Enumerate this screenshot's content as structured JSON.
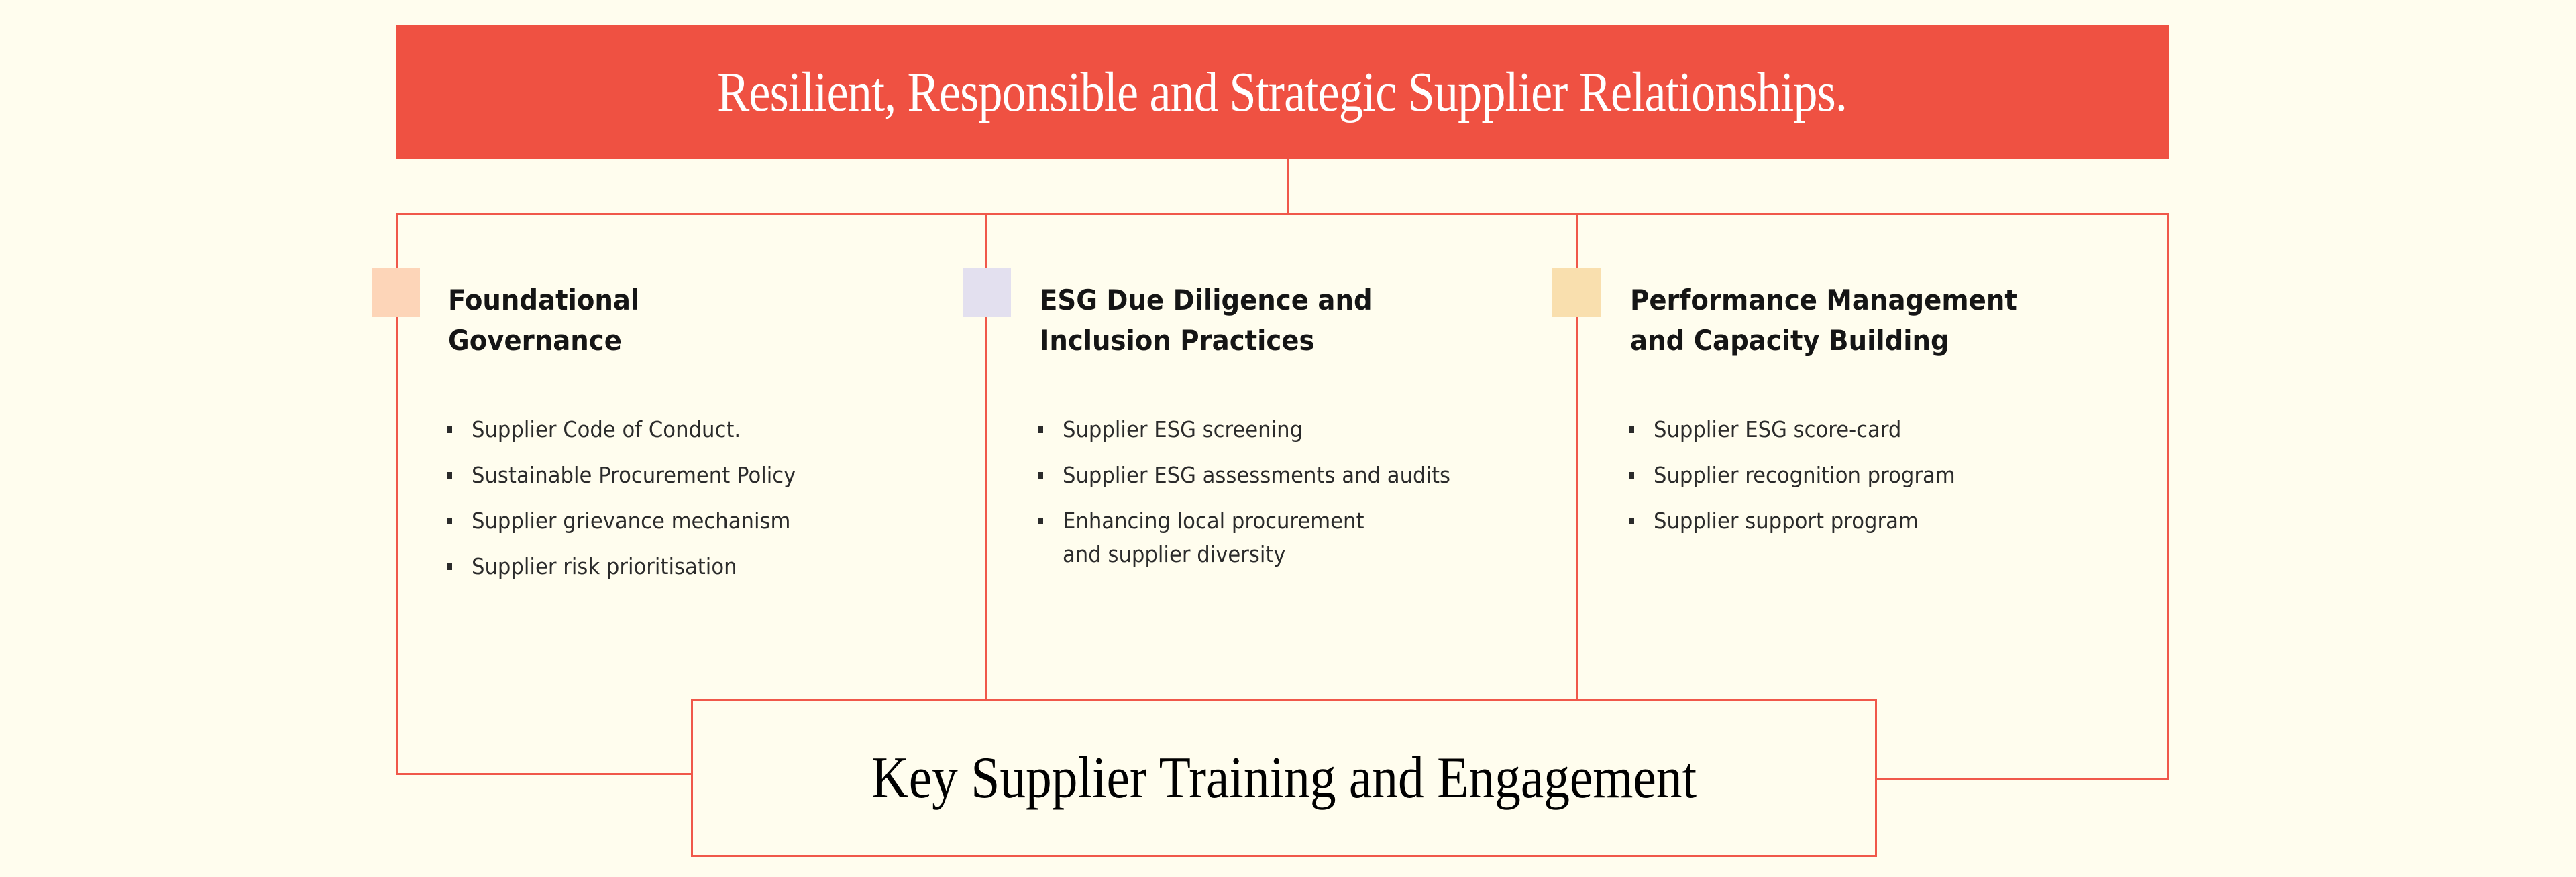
{
  "header": {
    "title": "Resilient, Responsible and Strategic Supplier Relationships."
  },
  "colors": {
    "accent": "#EF5142",
    "background": "#FFFDEE",
    "line": "#F0584A"
  },
  "columns": [
    {
      "title_lines": [
        "Foundational",
        "Governance"
      ],
      "marker_color": "#FDD5B8",
      "items": [
        [
          "Supplier Code of Conduct."
        ],
        [
          "Sustainable Procurement Policy"
        ],
        [
          "Supplier grievance mechanism"
        ],
        [
          "Supplier risk prioritisation"
        ]
      ]
    },
    {
      "title_lines": [
        "ESG Due Diligence and",
        "Inclusion Practices"
      ],
      "marker_color": "#E3E0EF",
      "items": [
        [
          "Supplier ESG screening"
        ],
        [
          "Supplier ESG assessments and audits"
        ],
        [
          "Enhancing local procurement",
          "and supplier diversity"
        ]
      ]
    },
    {
      "title_lines": [
        "Performance Management",
        "and Capacity Building"
      ],
      "marker_color": "#F9DFAE",
      "items": [
        [
          "Supplier ESG score-card"
        ],
        [
          "Supplier recognition program"
        ],
        [
          "Supplier support program"
        ]
      ]
    }
  ],
  "footer": {
    "title": "Key Supplier Training and Engagement"
  }
}
